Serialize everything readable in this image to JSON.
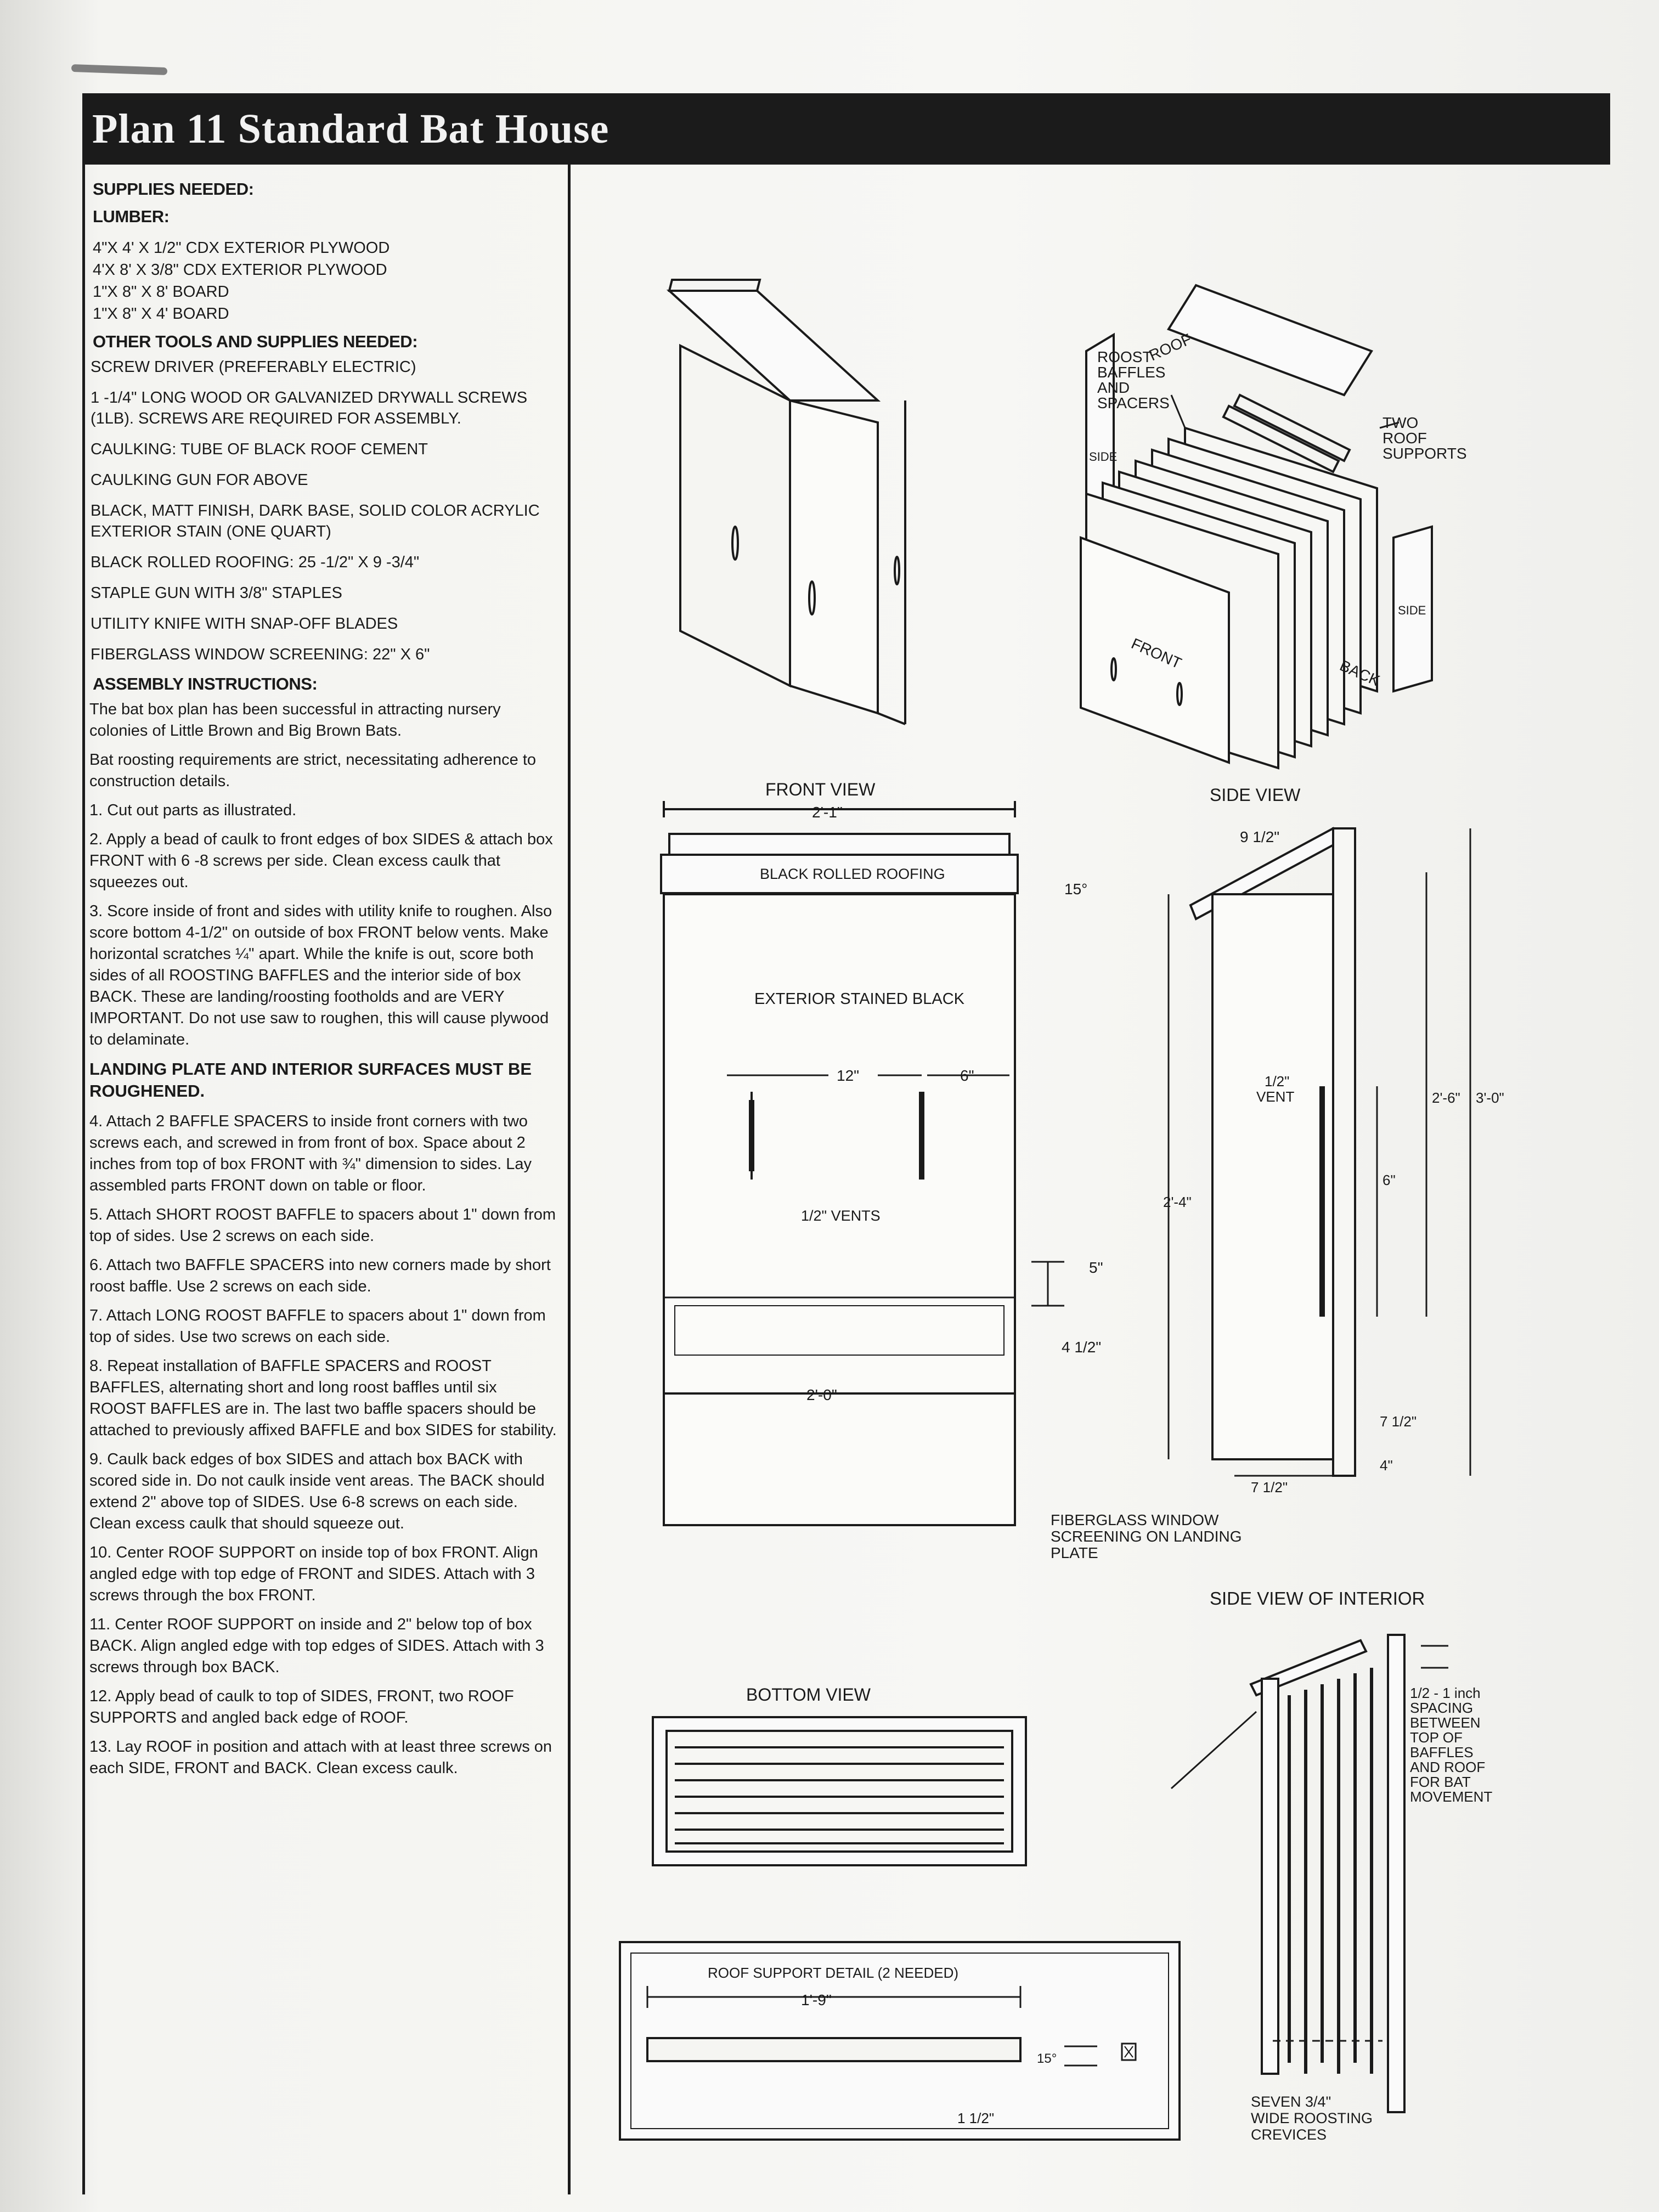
{
  "title": "Plan 11 Standard Bat House",
  "supplies": {
    "heading": "SUPPLIES NEEDED:",
    "lumber_heading": "LUMBER:",
    "lumber": [
      "4\"X 4' X 1/2\" CDX EXTERIOR PLYWOOD",
      "4'X 8' X 3/8\" CDX EXTERIOR PLYWOOD",
      "1\"X 8\" X 8' BOARD",
      "1\"X 8\" X 4' BOARD"
    ],
    "tools_heading": "OTHER TOOLS AND SUPPLIES NEEDED:",
    "tools": [
      "SCREW DRIVER (PREFERABLY ELECTRIC)",
      "1 -1/4\" LONG WOOD OR GALVANIZED DRYWALL SCREWS (1LB). SCREWS ARE REQUIRED FOR ASSEMBLY.",
      "CAULKING: TUBE OF BLACK ROOF CEMENT",
      "CAULKING GUN FOR ABOVE",
      "BLACK, MATT FINISH, DARK BASE, SOLID COLOR ACRYLIC EXTERIOR STAIN (ONE QUART)",
      "BLACK ROLLED ROOFING: 25 -1/2\" X 9 -3/4\"",
      "STAPLE GUN WITH 3/8\" STAPLES",
      "UTILITY KNIFE WITH SNAP-OFF BLADES",
      "FIBERGLASS WINDOW SCREENING: 22\" X 6\""
    ]
  },
  "assembly": {
    "heading": "ASSEMBLY INSTRUCTIONS:",
    "intro": [
      "The bat box plan has been successful in attracting nursery colonies of Little Brown and Big Brown Bats.",
      "Bat roosting requirements are strict, necessitating adherence to construction details."
    ],
    "steps_a": [
      "1. Cut out parts as illustrated.",
      "2. Apply a bead of caulk to front edges of box SIDES & attach box FRONT with 6 -8 screws per side. Clean excess caulk that squeezes out.",
      "3. Score inside of front and sides with utility knife to roughen. Also score bottom 4-1/2\" on outside of box FRONT below vents. Make horizontal scratches ¼\" apart. While the knife is out, score both sides of all ROOSTING BAFFLES and the interior side of box BACK. These are landing/roosting footholds and are VERY IMPORTANT. Do not use saw to roughen, this will cause plywood to delaminate."
    ],
    "note": "LANDING PLATE AND INTERIOR SURFACES MUST BE ROUGHENED.",
    "steps_b": [
      "4. Attach 2 BAFFLE SPACERS to inside front corners with two screws each, and screwed in from front of box. Space about 2 inches from top of box FRONT with ¾\" dimension to sides. Lay assembled parts FRONT down on table or floor.",
      "5. Attach SHORT ROOST BAFFLE to spacers about 1\" down from top of sides. Use 2 screws on each side.",
      "6. Attach two BAFFLE SPACERS into new corners made by short roost baffle. Use 2 screws on each side.",
      "7. Attach LONG ROOST BAFFLE to spacers about 1\" down from top of sides. Use two screws on each side.",
      "8. Repeat installation of BAFFLE SPACERS and ROOST BAFFLES, alternating short and long roost baffles until six ROOST BAFFLES are in. The last two baffle spacers should be attached to previously affixed BAFFLE and box SIDES for stability.",
      "9. Caulk back edges of box SIDES and attach box BACK with scored side in. Do not caulk inside vent areas. The BACK should extend 2\" above top of SIDES. Use 6-8 screws on each side. Clean excess caulk that should squeeze out.",
      "10. Center ROOF SUPPORT on inside top of box FRONT. Align angled edge with top edge of FRONT and SIDES. Attach with 3 screws through the box FRONT.",
      "11. Center ROOF SUPPORT on inside and 2\" below top of box BACK. Align angled edge with top edges of SIDES. Attach with 3 screws through box BACK.",
      "12. Apply bead of caulk to top of SIDES, FRONT, two ROOF SUPPORTS and angled back edge of ROOF.",
      "13. Lay ROOF in position and attach with at least three screws on each SIDE, FRONT and BACK. Clean excess caulk."
    ]
  },
  "diagrams": {
    "exploded": {
      "roof": "ROOF",
      "roost": [
        "ROOST",
        "BAFFLES",
        "AND",
        "SPACERS"
      ],
      "two_roof": [
        "TWO",
        "ROOF",
        "SUPPORTS"
      ],
      "side": "SIDE",
      "front": "FRONT",
      "back": "BACK"
    },
    "front_view": {
      "title": "FRONT VIEW",
      "width_top": "2'-1\"",
      "roofing": "BLACK ROLLED ROOFING",
      "exterior": "EXTERIOR STAINED BLACK",
      "dim_12": "12\"",
      "dim_6": "6\"",
      "vents": "1/2\" VENTS",
      "dim_5": "5\"",
      "dim_412": "4 1/2\"",
      "width_bottom": "2'-0\"",
      "screen": [
        "FIBERGLASS WINDOW",
        "SCREENING ON LANDING",
        "PLATE"
      ]
    },
    "side_view": {
      "title": "SIDE VIEW",
      "dim_912": "9 1/2\"",
      "angle": "15°",
      "dim_24": "2'-4\"",
      "vent": [
        "1/2\"",
        "VENT"
      ],
      "dim_6": "6\"",
      "dim_26": "2'-6\"",
      "dim_30": "3'-0\"",
      "dim_712": "7 1/2\"",
      "dim_712b": "7 1/2\"",
      "dim_4": "4\""
    },
    "bottom_view": {
      "title": "BOTTOM VIEW"
    },
    "roof_support": {
      "title": "ROOF SUPPORT DETAIL (2 NEEDED)",
      "length": "1'-9\"",
      "angle": "15°",
      "depth": "1 1/2\""
    },
    "interior": {
      "title": "SIDE VIEW OF INTERIOR",
      "spacing": [
        "1/2 - 1 inch",
        "SPACING",
        "BETWEEN",
        "TOP OF",
        "BAFFLES",
        "AND ROOF",
        "FOR BAT",
        "MOVEMENT"
      ],
      "crevices": [
        "SEVEN 3/4\"",
        "WIDE ROOSTING",
        "CREVICES"
      ]
    }
  }
}
